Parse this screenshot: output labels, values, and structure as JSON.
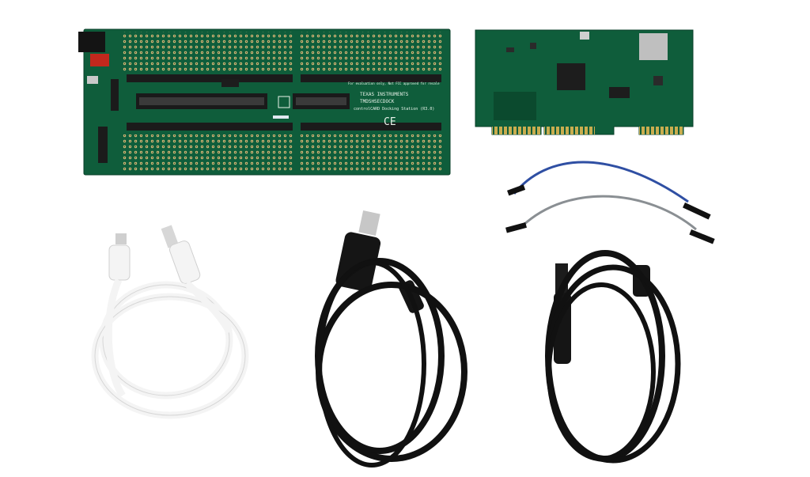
{
  "image": {
    "background": "#ffffff"
  },
  "docking_board": {
    "color": "#0f5d3b",
    "header_note": "For evaluation only, Not FCC approved for resale",
    "label_line1": "TEXAS INSTRUMENTS",
    "label_line2": "TMDSHSECDOCK",
    "label_line3": "controlCARD Docking Station (R3.0)",
    "ce_mark": "CE"
  },
  "control_card": {
    "color": "#0f5d3b"
  },
  "cables": {
    "white_usb": "#f4f4f4",
    "black_usb": "#111111",
    "jumper_blue": "#2f4fa3",
    "jumper_gray": "#8a8f93"
  }
}
